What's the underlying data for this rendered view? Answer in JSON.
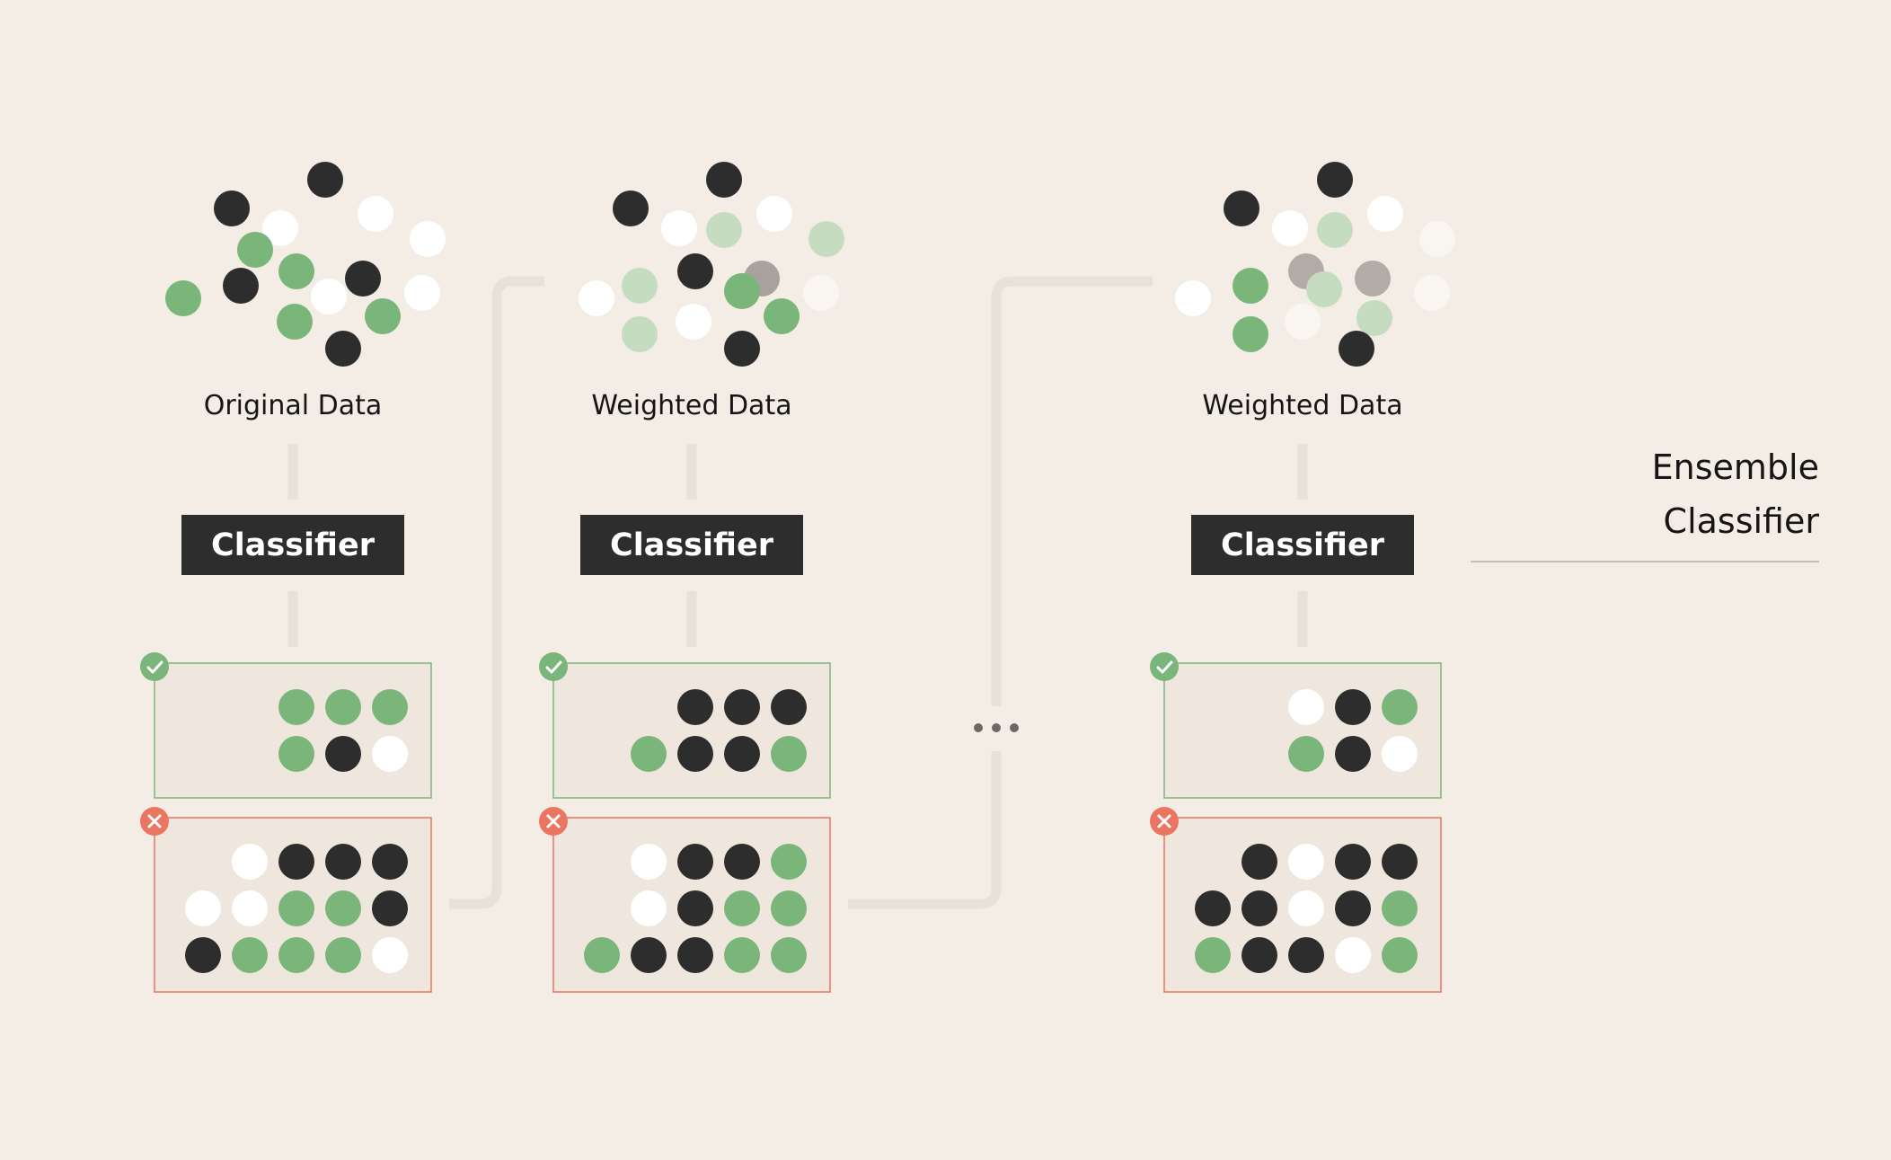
{
  "colors": {
    "background": "#f4ede6",
    "connector": "#e8e1da",
    "panel_fill": "#efe7de",
    "correct": "#7ab57a",
    "incorrect": "#ea7560",
    "dark": "#2d2d2d",
    "white": "#ffffff",
    "green": "#7ab57a",
    "light_green": "#c6dcc0",
    "gray": "#b1aca6",
    "dark_gray": "#a7a29c",
    "faint": "#f9f6f1",
    "rule": "#c4bdb6"
  },
  "stages": [
    {
      "label": "Original Data",
      "classifier_label": "Classifier",
      "data_points": [
        "dark",
        "dark",
        "white",
        "green",
        "white",
        "white",
        "green",
        "dark",
        "green",
        "dark",
        "white",
        "green",
        "white",
        "green",
        "dark"
      ],
      "correct_group": {
        "icon": "check-icon",
        "rows": [
          [
            "green",
            "green",
            "green"
          ],
          [
            "green",
            "dark",
            "white"
          ]
        ]
      },
      "incorrect_group": {
        "icon": "close-icon",
        "rows": [
          [
            "white",
            "dark",
            "dark",
            "dark"
          ],
          [
            "white",
            "white",
            "green",
            "green",
            "dark"
          ],
          [
            "dark",
            "green",
            "green",
            "green",
            "white"
          ]
        ]
      }
    },
    {
      "label": "Weighted Data",
      "classifier_label": "Classifier",
      "data_points": [
        "dark",
        "dark",
        "white",
        "light_green",
        "white",
        "light_green",
        "white",
        "light_green",
        "dark",
        "dark_gray",
        "faint",
        "light_green",
        "white",
        "green",
        "green",
        "dark"
      ],
      "correct_group": {
        "icon": "check-icon",
        "rows": [
          [
            "dark",
            "dark",
            "dark"
          ],
          [
            "green",
            "dark",
            "dark",
            "green"
          ]
        ]
      },
      "incorrect_group": {
        "icon": "close-icon",
        "rows": [
          [
            "white",
            "dark",
            "dark",
            "green"
          ],
          [
            "white",
            "dark",
            "green",
            "green"
          ],
          [
            "green",
            "dark",
            "dark",
            "green",
            "green"
          ]
        ]
      }
    },
    {
      "label": "Weighted Data",
      "classifier_label": "Classifier",
      "data_points": [
        "dark",
        "dark",
        "white",
        "light_green",
        "white",
        "faint",
        "white",
        "green",
        "gray",
        "gray",
        "faint",
        "light_green",
        "green",
        "faint",
        "light_green",
        "dark"
      ],
      "correct_group": {
        "icon": "check-icon",
        "rows": [
          [
            "white",
            "dark",
            "green"
          ],
          [
            "green",
            "dark",
            "white"
          ]
        ]
      },
      "incorrect_group": {
        "icon": "close-icon",
        "rows": [
          [
            "dark",
            "white",
            "dark",
            "dark"
          ],
          [
            "dark",
            "dark",
            "white",
            "dark",
            "green"
          ],
          [
            "green",
            "dark",
            "dark",
            "white",
            "green"
          ]
        ]
      }
    }
  ],
  "ellipsis_icon": "ellipsis-icon",
  "ensemble": {
    "line1": "Ensemble",
    "line2": "Classifier"
  }
}
